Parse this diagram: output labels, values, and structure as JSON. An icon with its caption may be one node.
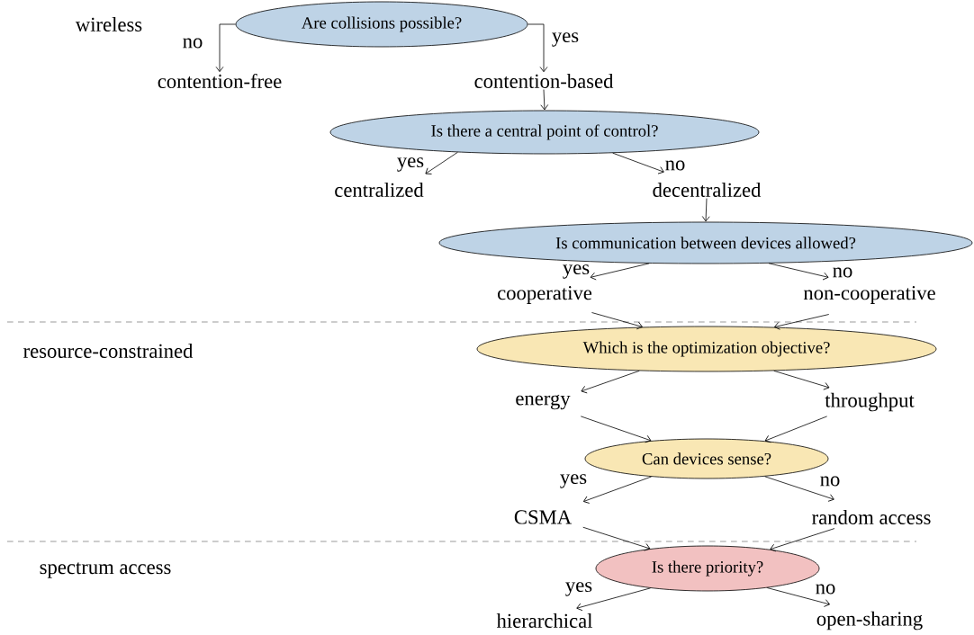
{
  "diagram": {
    "nodes": [
      {
        "text": [
          "Are collisions possible?"
        ]
      },
      {
        "text": [
          "contention-free"
        ]
      },
      {
        "text": [
          "contention-based"
        ]
      },
      {
        "text": [
          "Is there a central point of control?"
        ]
      },
      {
        "text": [
          "centralized"
        ]
      },
      {
        "text": [
          "decentralized"
        ]
      },
      {
        "text": [
          "Is communication between devices allowed?"
        ]
      },
      {
        "text": [
          "cooperative"
        ]
      },
      {
        "text": [
          "non-cooperative"
        ]
      },
      {
        "text": [
          "Which is the optimization objective?"
        ]
      },
      {
        "text": [
          "energy"
        ]
      },
      {
        "text": [
          "throughput"
        ]
      },
      {
        "text": [
          "Can devices sense?"
        ]
      },
      {
        "text": [
          "CSMA"
        ]
      },
      {
        "text": [
          "random access"
        ]
      },
      {
        "text": [
          "Is there priority?"
        ]
      },
      {
        "text": [
          "hierarchical"
        ]
      },
      {
        "text": [
          "open-sharing"
        ]
      }
    ],
    "edges": [
      {
        "from": 0,
        "to": 1,
        "arrow": "to",
        "label": "no"
      },
      {
        "from": 0,
        "to": 2,
        "arrow": "to",
        "label": "yes"
      },
      {
        "from": 2,
        "to": 3,
        "arrow": "to"
      },
      {
        "from": 3,
        "to": 4,
        "arrow": "to",
        "label": "yes"
      },
      {
        "from": 3,
        "to": 5,
        "arrow": "to",
        "label": "no"
      },
      {
        "from": 5,
        "to": 6,
        "arrow": "to"
      },
      {
        "from": 6,
        "to": 7,
        "arrow": "to",
        "label": "yes"
      },
      {
        "from": 6,
        "to": 8,
        "arrow": "to",
        "label": "no"
      },
      {
        "from": 7,
        "to": 9,
        "arrow": "to"
      },
      {
        "from": 8,
        "to": 9,
        "arrow": "to"
      },
      {
        "from": 9,
        "to": 10,
        "arrow": "to"
      },
      {
        "from": 9,
        "to": 11,
        "arrow": "to"
      },
      {
        "from": 10,
        "to": 12,
        "arrow": "to"
      },
      {
        "from": 11,
        "to": 12,
        "arrow": "to"
      },
      {
        "from": 12,
        "to": 13,
        "arrow": "to",
        "label": "yes"
      },
      {
        "from": 12,
        "to": 14,
        "arrow": "to",
        "label": "no"
      },
      {
        "from": 13,
        "to": 15,
        "arrow": "to"
      },
      {
        "from": 14,
        "to": 15,
        "arrow": "to"
      },
      {
        "from": 15,
        "to": 16,
        "arrow": "to",
        "label": "yes"
      },
      {
        "from": 15,
        "to": 17,
        "arrow": "to",
        "label": "no"
      }
    ],
    "labels": [
      "wireless",
      "resource-constrained",
      "spectrum access"
    ]
  }
}
